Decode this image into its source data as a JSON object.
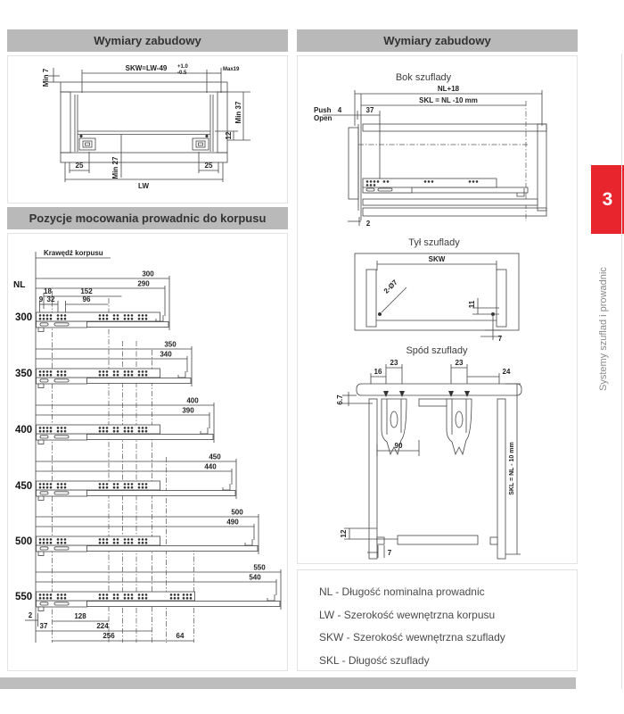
{
  "page": {
    "section_number": "3",
    "side_tab_label": "Systemy szuflad i prowadnic"
  },
  "left": {
    "header1": "Wymiary zabudowy",
    "header2": "Pozycje mocowania prowadnic do korpusu",
    "cross_section": {
      "dim_skw": "SKW=LW-49",
      "tol_plus": "+1.0",
      "tol_minus": "-0.5",
      "dim_max19": "Max19",
      "dim_min7": "Min 7",
      "dim_min37": "Min 37",
      "dim_12": "12",
      "dim_25_left": "25",
      "dim_25_right": "25",
      "dim_min27": "Min 27",
      "dim_lw": "LW"
    },
    "mounting": {
      "edge_label": "Krawędź korpusu",
      "nl_label": "NL",
      "d18": "18",
      "d152": "152",
      "d9": "9",
      "d32": "32",
      "d96": "96",
      "rows": [
        {
          "nl": "300",
          "dim1": "300",
          "dim2": "290"
        },
        {
          "nl": "350",
          "dim1": "350",
          "dim2": "340"
        },
        {
          "nl": "400",
          "dim1": "400",
          "dim2": "390"
        },
        {
          "nl": "450",
          "dim1": "450",
          "dim2": "440"
        },
        {
          "nl": "500",
          "dim1": "500",
          "dim2": "490"
        },
        {
          "nl": "550",
          "dim1": "550",
          "dim2": "540"
        }
      ],
      "b2": "2",
      "b37": "37",
      "b128": "128",
      "b224": "224",
      "b256": "256",
      "b64": "64"
    }
  },
  "right": {
    "header": "Wymiary zabudowy",
    "bok": {
      "title": "Bok szuflady",
      "dim_nl18": "NL+18",
      "dim_skl": "SKL = NL -10 mm",
      "push": "Push",
      "open": "Open",
      "dim_4": "4",
      "dim_37": "37",
      "dim_2": "2"
    },
    "tyl": {
      "title": "Tył szuflady",
      "dim_skw": "SKW",
      "dim_holes": "2-Ø7",
      "dim_11": "11",
      "dim_7": "7"
    },
    "spod": {
      "title": "Spód szuflady",
      "dim_23a": "23",
      "dim_23b": "23",
      "dim_16": "16",
      "dim_24": "24",
      "dim_67": "6.7",
      "dim_90": "90",
      "dim_skl": "SKL = NL - 10 mm",
      "dim_12": "12",
      "dim_7": "7"
    },
    "legend": [
      "NL - Długość nominalna prowadnic",
      "LW - Szerokość wewnętrzna korpusu",
      "SKW - Szerokość wewnętrzna szuflady",
      "SKL - Długość szuflady"
    ]
  },
  "colors": {
    "accent_red": "#e8252c",
    "header_gray": "#b9b9b9",
    "line": "#444444"
  }
}
